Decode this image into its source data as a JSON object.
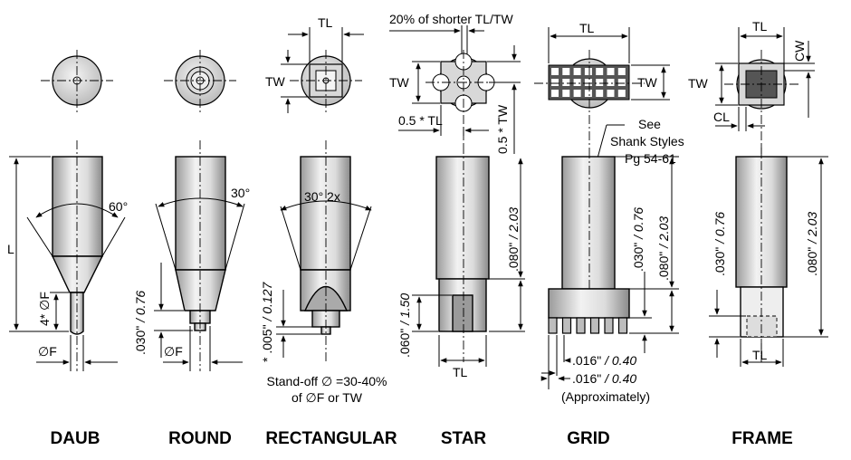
{
  "columns": {
    "daub": {
      "title": "DAUB",
      "angle": "60°",
      "length": "L",
      "tip_length": "4* ∅F",
      "diameter": "∅F"
    },
    "round": {
      "title": "ROUND",
      "angle": "30°",
      "height_a": ".030\"",
      "height_b": " / 0.76",
      "diameter": "∅F"
    },
    "rectangular": {
      "title": "RECTANGULAR",
      "tl": "TL",
      "tw": "TW",
      "angle": "30° 2x",
      "standoff_a": "* .005\"",
      "standoff_b": " / 0.127",
      "note_line1": "Stand-off ∅ =30-40%",
      "note_line2": "of ∅F or TW"
    },
    "star": {
      "title": "STAR",
      "top_note": "20% of shorter TL/TW",
      "tw": "TW",
      "half_tl": "0.5 * TL",
      "half_tw": "0.5 * TW",
      "dim_a_a": ".080\"",
      "dim_a_b": " / 2.03",
      "dim_b_a": ".060\"",
      "dim_b_b": " / 1.50",
      "tl": "TL"
    },
    "grid": {
      "title": "GRID",
      "tl": "TL",
      "tw": "TW",
      "see_line1": "See",
      "see_line2": "Shank Styles",
      "see_line3": "Pg 54-61",
      "dim_a_a": ".030\"",
      "dim_a_b": " / 0.76",
      "dim_b_a": ".080\"",
      "dim_b_b": " / 2.03",
      "pitch1_a": ".016\"",
      "pitch1_b": " / 0.40",
      "pitch2_a": ".016\"",
      "pitch2_b": " / 0.40",
      "approx": "(Approximately)"
    },
    "frame": {
      "title": "FRAME",
      "tl": "TL",
      "tw": "TW",
      "cw": "CW",
      "cl": "CL",
      "dim_a_a": ".030\"",
      "dim_a_b": " / 0.76",
      "dim_b_a": ".080\"",
      "dim_b_b": " / 2.03"
    }
  },
  "colors": {
    "metal_light": "#ececec",
    "metal_dark": "#8a8a8a",
    "face_dark": "#555555",
    "line": "#000000"
  }
}
